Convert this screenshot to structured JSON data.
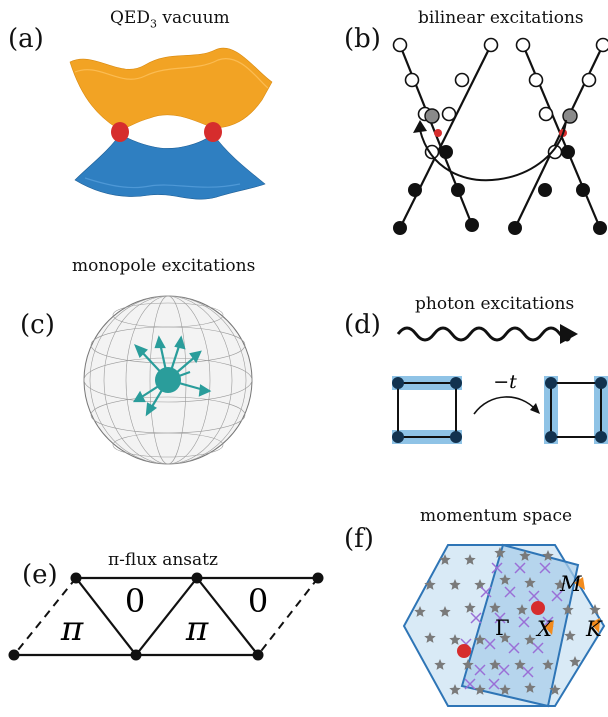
{
  "panels": {
    "a": {
      "label": "(a)",
      "title": "QED",
      "title_sub": "3",
      "title_rest": " vacuum"
    },
    "b": {
      "label": "(b)",
      "title": "bilinear excitations"
    },
    "c": {
      "label": "(c)",
      "title": "monopole excitations"
    },
    "d": {
      "label": "(d)",
      "title": "photon excitations",
      "hop_label": "−t"
    },
    "e": {
      "label": "(e)",
      "title": "π-flux ansatz",
      "flux": [
        "π",
        "0",
        "π",
        "0"
      ]
    },
    "f": {
      "label": "(f)",
      "title": "momentum space",
      "points": [
        "M",
        "Γ",
        "X",
        "K"
      ]
    }
  },
  "colors": {
    "upper_band": "#f2a324",
    "lower_band": "#2f7fc1",
    "dirac_point": "#d62d2d",
    "monopole": "#2a9d9b",
    "photon_link": "#8fc3e6",
    "lattice_node": "#12324f",
    "bz_fill": "#c9e1f3",
    "bz_stroke": "#2e75b6",
    "star": "#7a7a7a",
    "cross": "#9a6fd6",
    "orange_marker": "#f28b1d"
  }
}
